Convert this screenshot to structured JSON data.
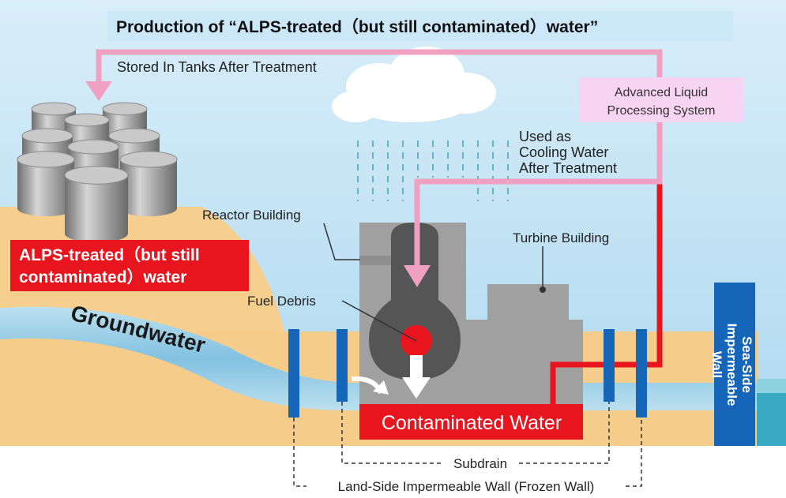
{
  "title": "Production of “ALPS-treated（but still contaminated）water”",
  "labels": {
    "stored_in_tanks": "Stored In Tanks After Treatment",
    "alps_system": [
      "Advanced Liquid",
      "Processing System"
    ],
    "cooling_water": [
      "Used as",
      "Cooling Water",
      "After Treatment"
    ],
    "reactor_building": "Reactor Building",
    "turbine_building": "Turbine Building",
    "fuel_debris": "Fuel Debris",
    "groundwater": "Groundwater",
    "alps_treated_water": [
      "ALPS-treated（but still",
      "contaminated）water"
    ],
    "contaminated_water": "Contaminated Water",
    "subdrain": "Subdrain",
    "land_side_wall": "Land-Side Impermeable Wall (Frozen Wall)",
    "sea_side_wall": [
      "Sea-Side",
      "Impermeable",
      "Wall"
    ]
  },
  "colors": {
    "sky": "#bcdff2",
    "ground": "#f6cf8e",
    "groundwater": "#9bd0ec",
    "pink_pipe": "#f0a0c0",
    "red_pipe": "#e8141e",
    "contaminated": "#e8141e",
    "building": "#a0a0a0",
    "reactor": "#555555",
    "wall_blue": "#1565b8",
    "sea": "#3aaac4"
  }
}
